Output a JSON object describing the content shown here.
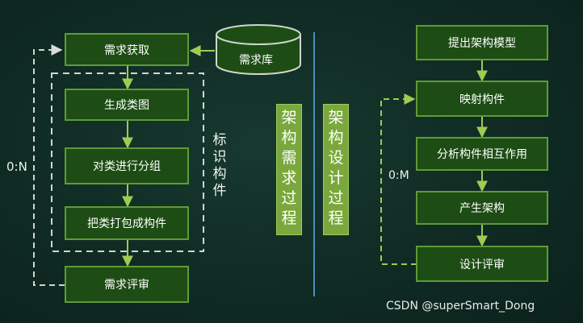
{
  "left_flow": {
    "step1": "需求获取",
    "step2": "生成类图",
    "step3": "对类进行分组",
    "step4": "把类打包成构件",
    "step5": "需求评审",
    "repository": "需求库",
    "group_label": "标识构件",
    "loop_label": "0:N"
  },
  "center": {
    "banner_left": "架构需求过程",
    "banner_right": "架构设计过程"
  },
  "right_flow": {
    "step1": "提出架构模型",
    "step2": "映射构件",
    "step3": "分析构件相互作用",
    "step4": "产生架构",
    "step5": "设计评审",
    "loop_label": "0:M"
  },
  "watermark": "CSDN @superSmart_Dong"
}
